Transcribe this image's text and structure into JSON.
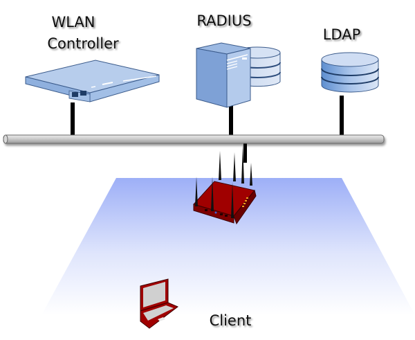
{
  "diagram": {
    "title": "WLAN network with RADIUS and LDAP authentication",
    "nodes": [
      {
        "id": "wlan-controller",
        "label_lines": [
          "WLAN",
          "Controller"
        ],
        "type": "network-appliance"
      },
      {
        "id": "radius",
        "label_lines": [
          "RADIUS"
        ],
        "type": "server-with-database"
      },
      {
        "id": "ldap",
        "label_lines": [
          "LDAP"
        ],
        "type": "database"
      },
      {
        "id": "access-point",
        "label_lines": [],
        "type": "wireless-router"
      },
      {
        "id": "client",
        "label_lines": [
          "Client"
        ],
        "type": "laptop"
      }
    ],
    "connections": [
      {
        "from": "wlan-controller",
        "to": "lan-bus"
      },
      {
        "from": "radius",
        "to": "lan-bus"
      },
      {
        "from": "ldap",
        "to": "lan-bus"
      },
      {
        "from": "access-point",
        "to": "lan-bus"
      }
    ],
    "colors": {
      "device_blue": "#a9c4e8",
      "device_blue_dark": "#6f93c9",
      "device_outline": "#3a5a8a",
      "router_red": "#a00000",
      "router_red_dark": "#6e0000",
      "bus_gray": "#c8c8c8",
      "floor_top": "#9daff7",
      "floor_bottom": "#ffffff"
    }
  }
}
